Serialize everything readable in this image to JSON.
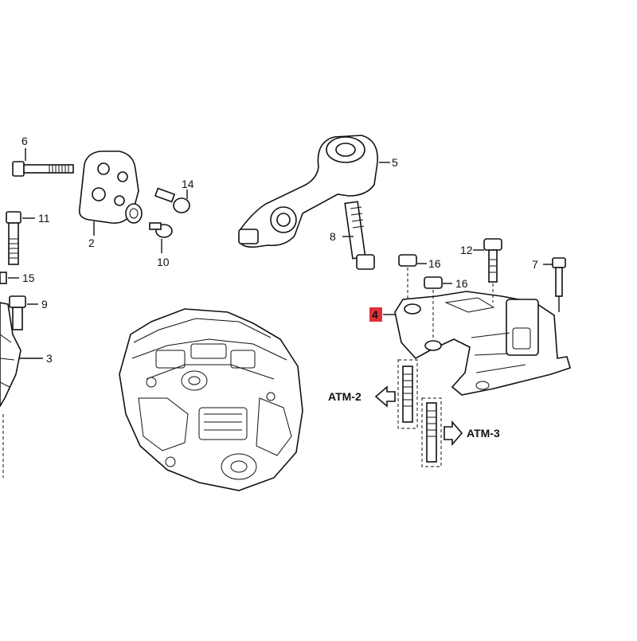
{
  "callouts": {
    "c6": "6",
    "c14": "14",
    "c11": "11",
    "c2": "2",
    "c10": "10",
    "c15": "15",
    "c9": "9",
    "c3": "3",
    "c5": "5",
    "c8": "8",
    "c16a": "16",
    "c16b": "16",
    "c12": "12",
    "c7": "7",
    "c4": "4"
  },
  "highlight_color": "#e0303a",
  "refs": {
    "atm2": "ATM-2",
    "atm3": "ATM-3"
  }
}
